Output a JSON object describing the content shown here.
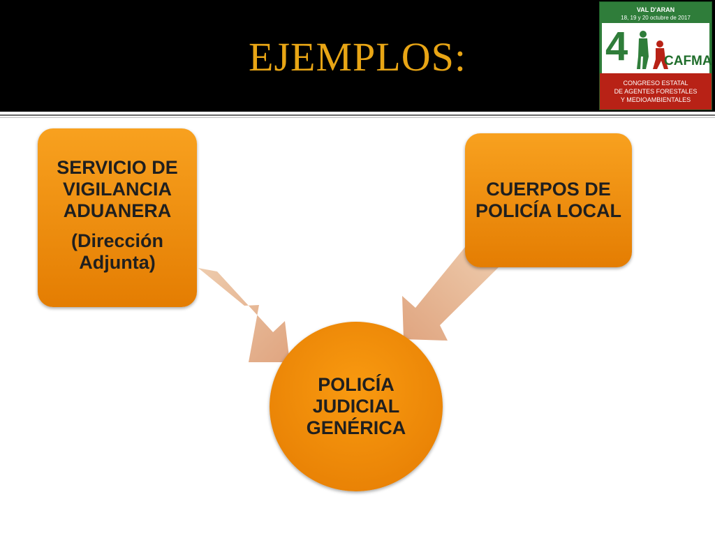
{
  "slide": {
    "title": "EJEMPLOS:"
  },
  "logo": {
    "location": "VAL D'ARAN",
    "dates": "18, 19 y 20 octubre de 2017",
    "number": "4",
    "acronym": "CAFMA",
    "lines": [
      "CONGRESO ESTATAL",
      "DE AGENTES FORESTALES",
      "Y MEDIOAMBIENTALES"
    ]
  },
  "diagram": {
    "left_box": {
      "lines": [
        "SERVICIO DE",
        "VIGILANCIA",
        "ADUANERA"
      ],
      "sub_lines": [
        "(Dirección",
        "Adjunta)"
      ]
    },
    "right_box": {
      "lines": [
        "CUERPOS DE",
        "POLICÍA LOCAL"
      ]
    },
    "center_circle": {
      "lines": [
        "POLICÍA",
        "JUDICIAL",
        "GENÉRICA"
      ]
    }
  },
  "colors": {
    "title": "#e8a515",
    "node_fill": "#f39212",
    "arrow_fill": "#e3ae85",
    "header_bg": "#000000"
  }
}
